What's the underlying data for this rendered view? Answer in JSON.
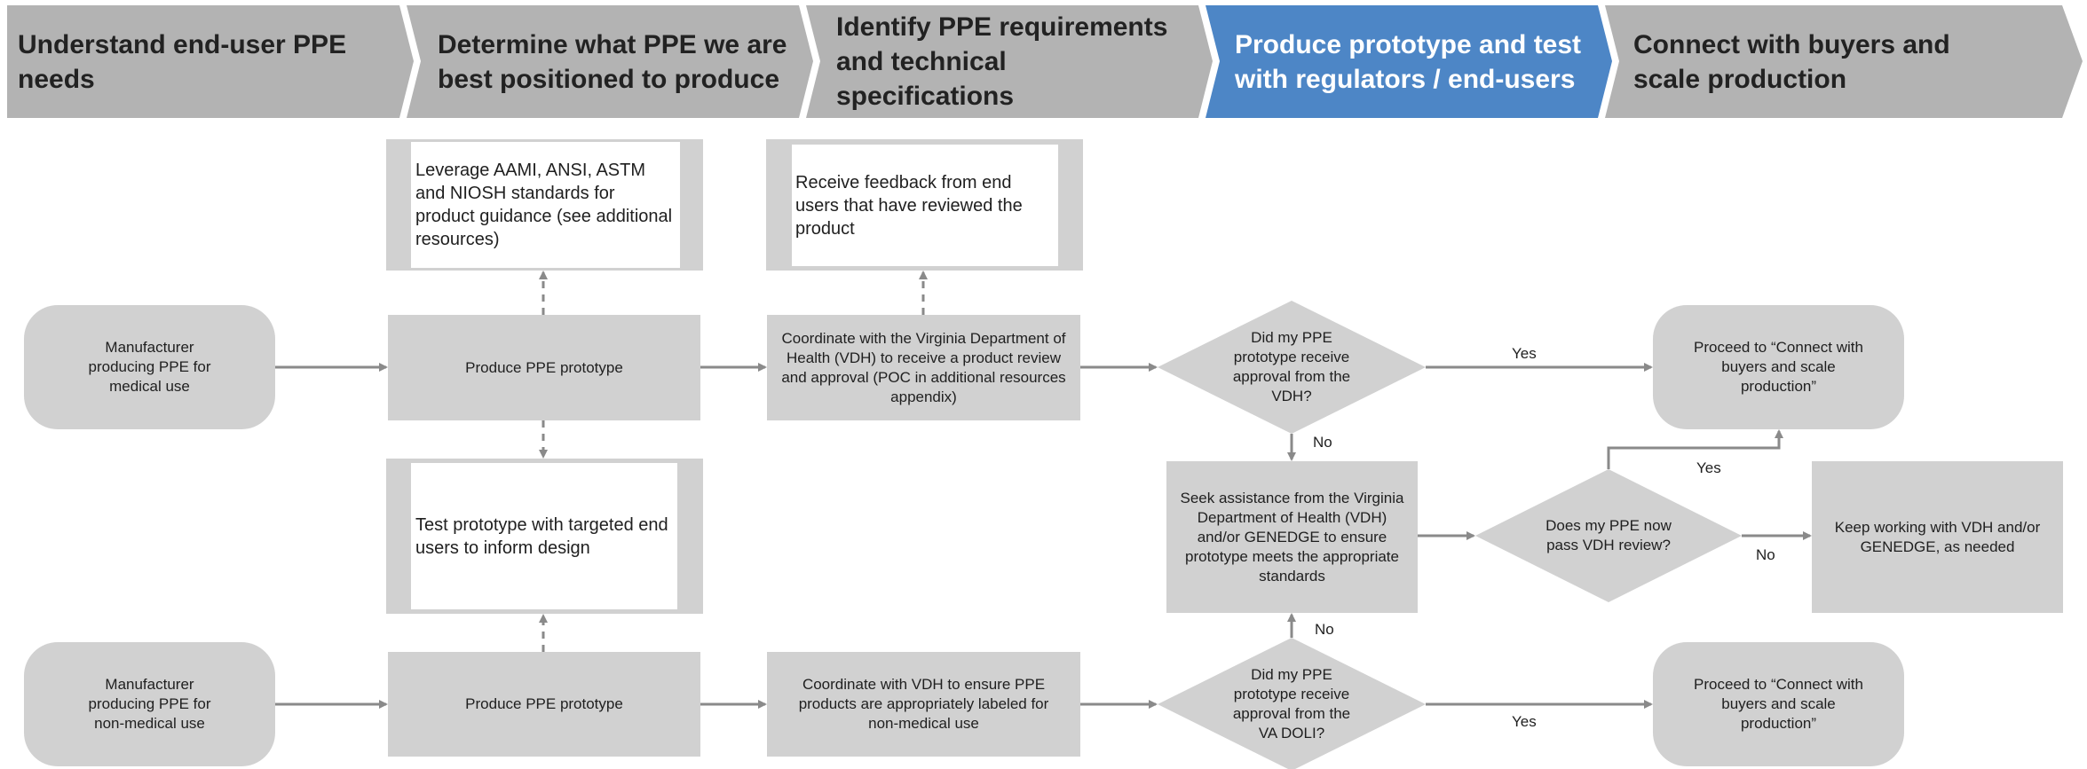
{
  "colors": {
    "chevron_gray": "#b3b3b3",
    "chevron_active": "#4d86c6",
    "box_gray": "#d1d1d1",
    "arrow_gray": "#8a8a8a",
    "white_panel": "#ffffff"
  },
  "header": {
    "steps": [
      {
        "label": "Understand end-user PPE needs",
        "active": false
      },
      {
        "label": "Determine what PPE we are best positioned to produce",
        "active": false
      },
      {
        "label": "Identify PPE requirements and technical specifications",
        "active": false
      },
      {
        "label": "Produce prototype and test with regulators / end-users",
        "active": true
      },
      {
        "label": "Connect with buyers and scale production",
        "active": false
      }
    ]
  },
  "flow": {
    "medical": {
      "start": "Manufacturer producing PPE for medical use",
      "prototype": "Produce PPE prototype",
      "standards_note": "Leverage AAMI, ANSI, ASTM and NIOSH standards for product guidance (see additional resources)",
      "coordinate": "Coordinate with the Virginia Department of Health (VDH) to receive a product review and approval (POC in additional resources appendix)",
      "feedback_note": "Receive feedback from end users that have reviewed the product",
      "decision": "Did my PPE prototype receive approval from the VDH?",
      "proceed": "Proceed to “Connect with buyers and scale production”"
    },
    "test_note": "Test prototype with targeted end users to inform design",
    "assistance": "Seek assistance from the Virginia Department of Health (VDH) and/or GENEDGE to ensure prototype meets the appropriate standards",
    "review_decision": "Does my PPE now pass VDH review?",
    "keep_working": "Keep working with VDH and/or GENEDGE, as needed",
    "non_medical": {
      "start": "Manufacturer producing PPE for non-medical use",
      "prototype": "Produce PPE prototype",
      "coordinate": "Coordinate with VDH to ensure PPE products are appropriately labeled for non-medical use",
      "decision": "Did my PPE prototype receive approval from the VA DOLI?",
      "proceed": "Proceed to “Connect with buyers and scale production”"
    },
    "labels": {
      "yes_top": "Yes",
      "no_top": "No",
      "yes_review": "Yes",
      "no_review": "No",
      "no_bottom": "No",
      "yes_bottom": "Yes"
    }
  }
}
